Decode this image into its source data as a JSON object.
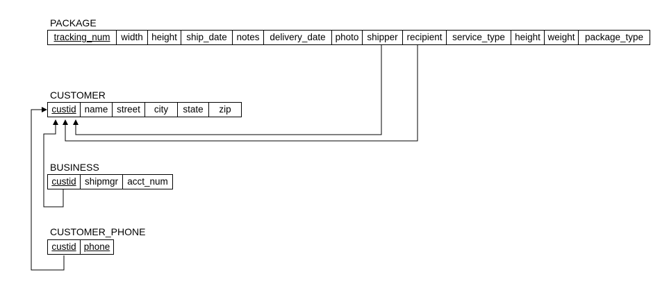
{
  "tables": {
    "package": {
      "name": "PACKAGE",
      "columns": [
        {
          "label": "tracking_num",
          "pk": true
        },
        {
          "label": "width"
        },
        {
          "label": "height"
        },
        {
          "label": "ship_date"
        },
        {
          "label": "notes"
        },
        {
          "label": "delivery_date"
        },
        {
          "label": "photo"
        },
        {
          "label": "shipper"
        },
        {
          "label": "recipient"
        },
        {
          "label": "service_type"
        },
        {
          "label": "height"
        },
        {
          "label": "weight"
        },
        {
          "label": "package_type"
        }
      ]
    },
    "customer": {
      "name": "CUSTOMER",
      "columns": [
        {
          "label": "custid",
          "pk": true
        },
        {
          "label": "name"
        },
        {
          "label": "street"
        },
        {
          "label": "city"
        },
        {
          "label": "state"
        },
        {
          "label": "zip"
        }
      ]
    },
    "business": {
      "name": "BUSINESS",
      "columns": [
        {
          "label": "custid",
          "pk": true
        },
        {
          "label": "shipmgr"
        },
        {
          "label": "acct_num"
        }
      ]
    },
    "customer_phone": {
      "name": "CUSTOMER_PHONE",
      "columns": [
        {
          "label": "custid",
          "pk": true
        },
        {
          "label": "phone",
          "pk": true
        }
      ]
    }
  },
  "relationships": [
    {
      "from": "package.shipper",
      "to": "customer.custid"
    },
    {
      "from": "package.recipient",
      "to": "customer.custid"
    },
    {
      "from": "business.custid",
      "to": "customer.custid"
    },
    {
      "from": "customer_phone.custid",
      "to": "customer.custid"
    }
  ]
}
